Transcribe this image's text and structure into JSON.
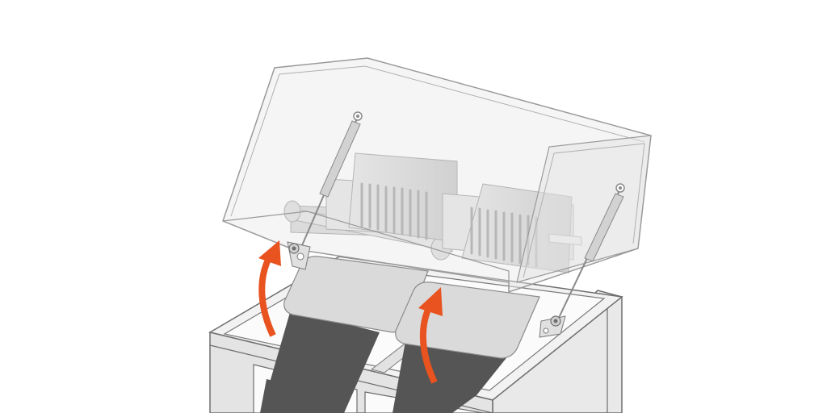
{
  "diagram": {
    "subject": "machine-with-lifting-transparent-cover",
    "colors": {
      "background": "#ffffff",
      "cabinet": "#e6e6e6",
      "cabinet_edge": "#6e6e6e",
      "opening": "#fafafa",
      "belt": "#555555",
      "plate": "#d9d9d9",
      "module_dark": "#c4c4c4",
      "module_light": "#dcdcdc",
      "fin": "#9e9e9e",
      "strut": "#d2d2d2",
      "cover_fill": "#e8e8e8",
      "cover_edge": "#9a9a9a",
      "arrow": "#e8531f"
    },
    "arrows": [
      {
        "id": "arrow-left",
        "direction": "up"
      },
      {
        "id": "arrow-right",
        "direction": "up"
      }
    ],
    "icons": [
      "gas-strut-left",
      "gas-strut-right",
      "hinge-bracket-left",
      "hinge-bracket-right"
    ]
  }
}
